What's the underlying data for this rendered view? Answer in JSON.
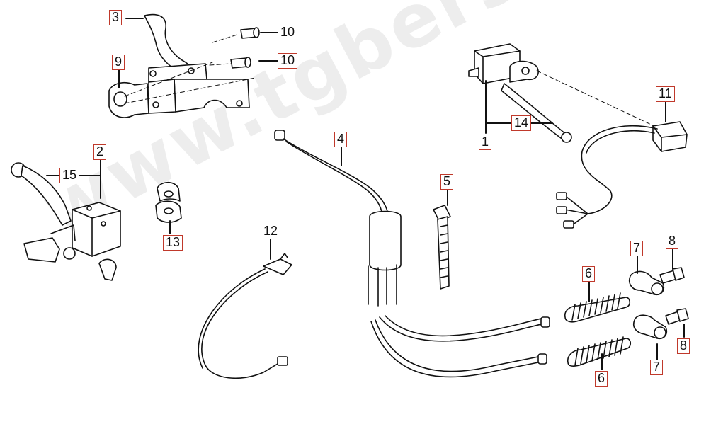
{
  "watermark": "www.tgbersatzteile.de",
  "callouts": {
    "c1": "1",
    "c2": "2",
    "c3": "3",
    "c4": "4",
    "c5": "5",
    "c6a": "6",
    "c6b": "6",
    "c7a": "7",
    "c7b": "7",
    "c8a": "8",
    "c8b": "8",
    "c9": "9",
    "c10a": "10",
    "c10b": "10",
    "c11": "11",
    "c12": "12",
    "c13": "13",
    "c14": "14",
    "c15": "15"
  },
  "colors": {
    "callout_border": "#c0392b",
    "line": "#111111",
    "watermark": "#cccccc"
  }
}
